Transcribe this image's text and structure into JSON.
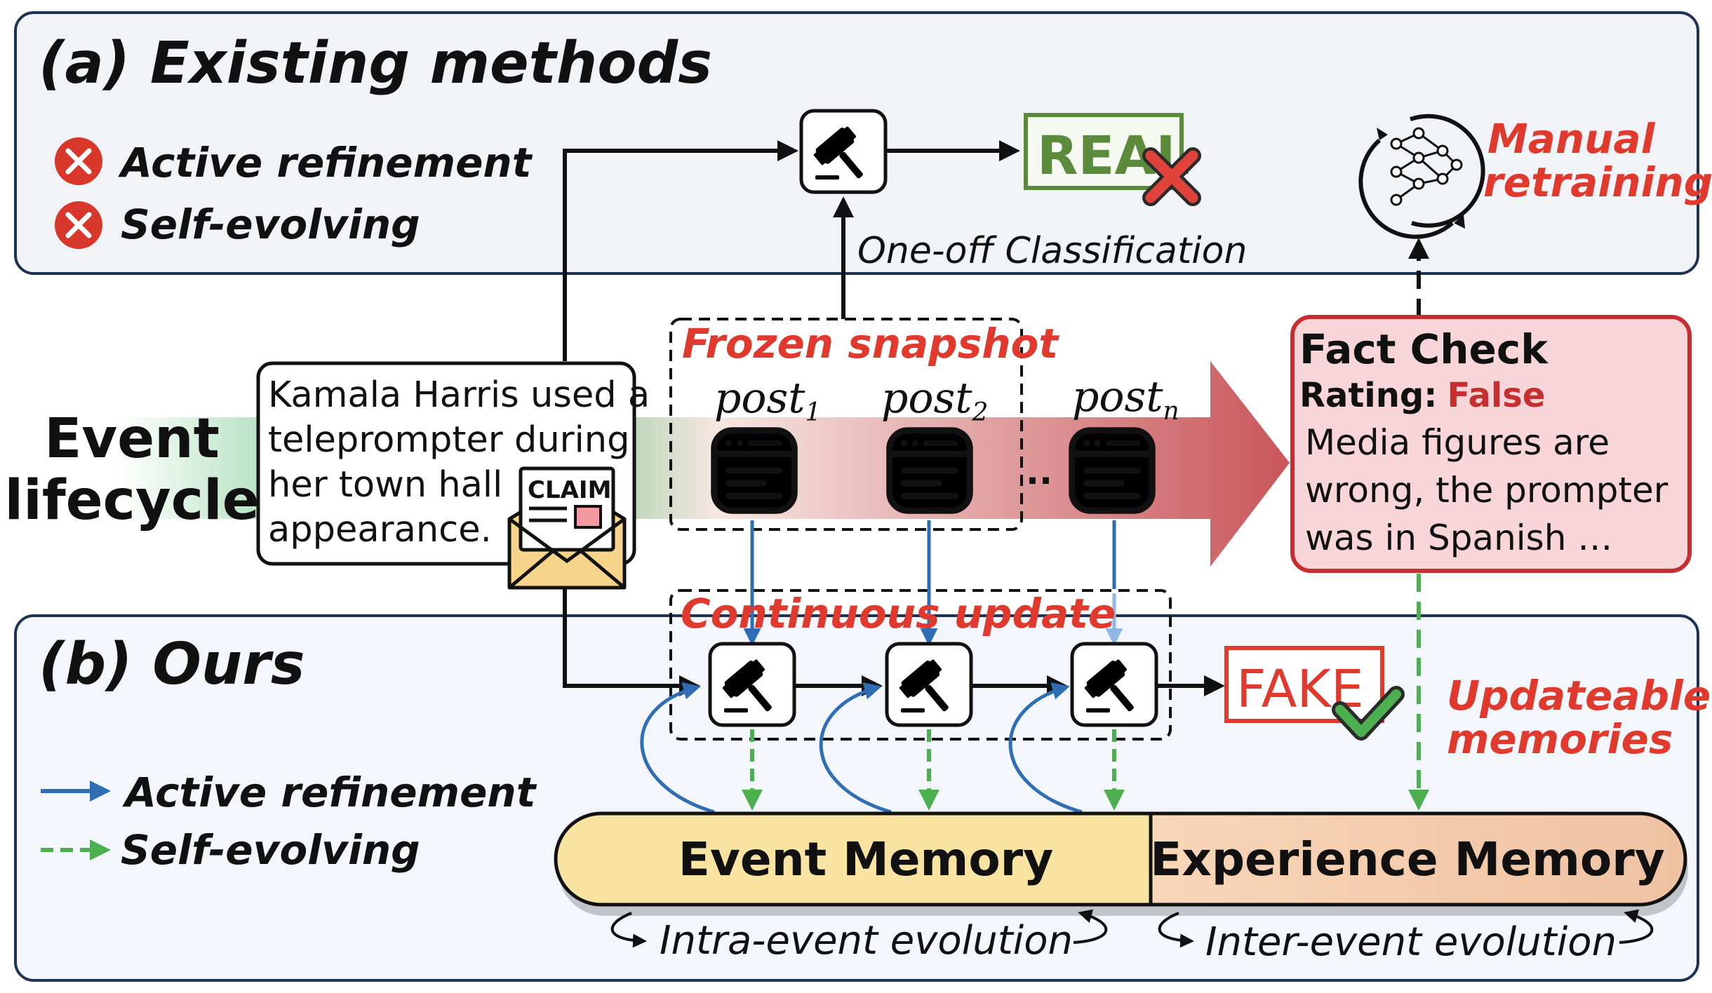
{
  "panel_a": {
    "title": "(a) Existing methods",
    "items": [
      "Active refinement",
      "Self-evolving"
    ],
    "result_label": "REAL",
    "classification_label": "One-off Classification",
    "retraining_label": [
      "Manual",
      "retraining"
    ]
  },
  "middle": {
    "lifecycle_label": [
      "Event",
      "lifecycle"
    ],
    "claim_text": [
      "Kamala Harris used a",
      "teleprompter during",
      "her town hall",
      "appearance."
    ],
    "claim_stamp": "CLAIM",
    "frozen_label": "Frozen snapshot",
    "posts": [
      {
        "base": "post",
        "sub": "1"
      },
      {
        "base": "post",
        "sub": "2"
      },
      {
        "base": "post",
        "sub": "n"
      }
    ],
    "ellipsis": "..",
    "fact_check": {
      "title": "Fact Check",
      "rating_label": "Rating:",
      "rating_value": "False",
      "body": [
        "Media figures are",
        "wrong, the prompter",
        "was in Spanish …"
      ]
    }
  },
  "panel_b": {
    "title": "(b) Ours",
    "continuous_label": "Continuous update",
    "result_label": "FAKE",
    "memories_label": [
      "Updateable",
      "memories"
    ],
    "legend": [
      {
        "label": "Active refinement",
        "color": "#2f6db5"
      },
      {
        "label": "Self-evolving",
        "color": "#4caf50"
      }
    ],
    "event_memory": "Event Memory",
    "experience_memory": "Experience Memory",
    "intra_label": "Intra-event evolution",
    "inter_label": "Inter-event evolution"
  },
  "colors": {
    "accent_red": "#e03a2f",
    "blue_arrow": "#2f6db5",
    "green_arrow": "#4caf50",
    "real_green": "#5a8a3a",
    "panel_border": "#1f3355"
  }
}
